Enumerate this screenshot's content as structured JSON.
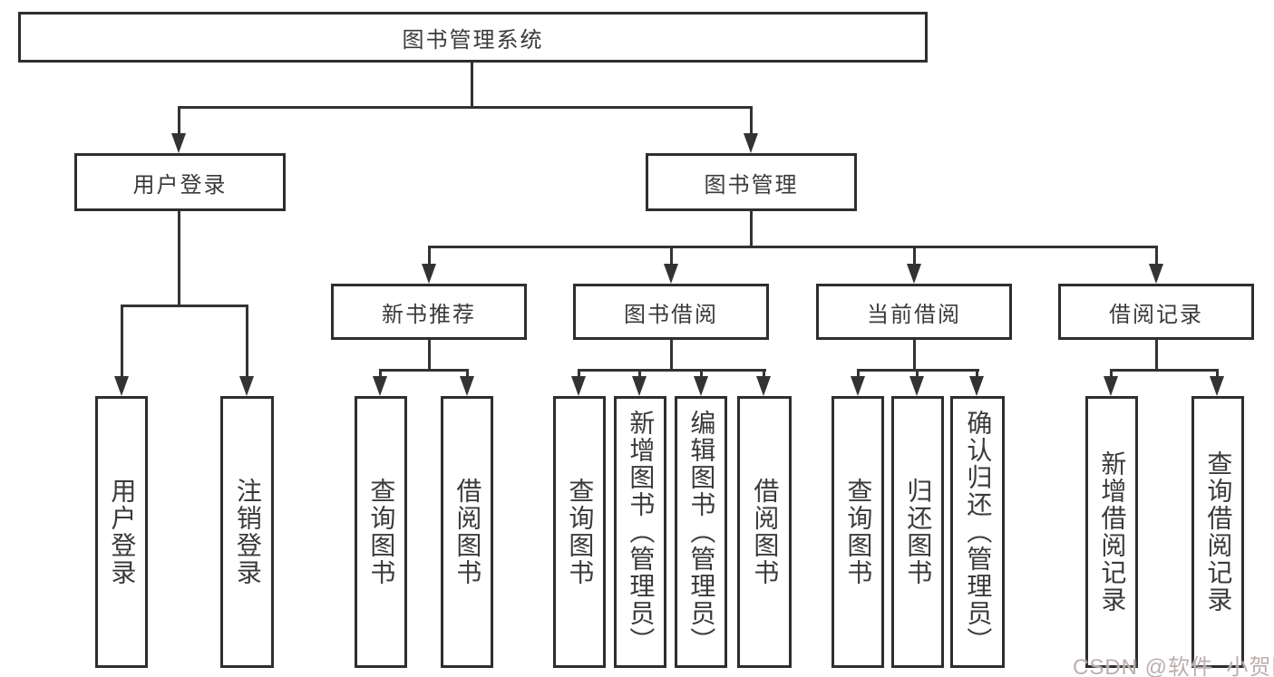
{
  "tree": {
    "root": {
      "label": "图书管理系统"
    },
    "branches": [
      {
        "label": "用户登录",
        "children": [
          {
            "label": "用户登录"
          },
          {
            "label": "注销登录"
          }
        ]
      },
      {
        "label": "图书管理",
        "sections": [
          {
            "label": "新书推荐",
            "children": [
              {
                "label": "查询图书"
              },
              {
                "label": "借阅图书"
              }
            ]
          },
          {
            "label": "图书借阅",
            "children": [
              {
                "label": "查询图书"
              },
              {
                "label": "新增图书（管理员）"
              },
              {
                "label": "编辑图书（管理员）"
              },
              {
                "label": "借阅图书"
              }
            ]
          },
          {
            "label": "当前借阅",
            "children": [
              {
                "label": "查询图书"
              },
              {
                "label": "归还图书"
              },
              {
                "label": "确认归还（管理员）"
              }
            ]
          },
          {
            "label": "借阅记录",
            "children": [
              {
                "label": "新增借阅记录"
              },
              {
                "label": "查询借阅记录"
              }
            ]
          }
        ]
      }
    ]
  },
  "watermark": {
    "text": "CSDN @软件_小贺同学",
    "color": "#bcaeae"
  },
  "colors": {
    "line": "#333333",
    "box_border": "#2e2e2e",
    "box_bg": "#ffffff",
    "label_text": "#3a3a3a",
    "background": "#ffffff"
  }
}
